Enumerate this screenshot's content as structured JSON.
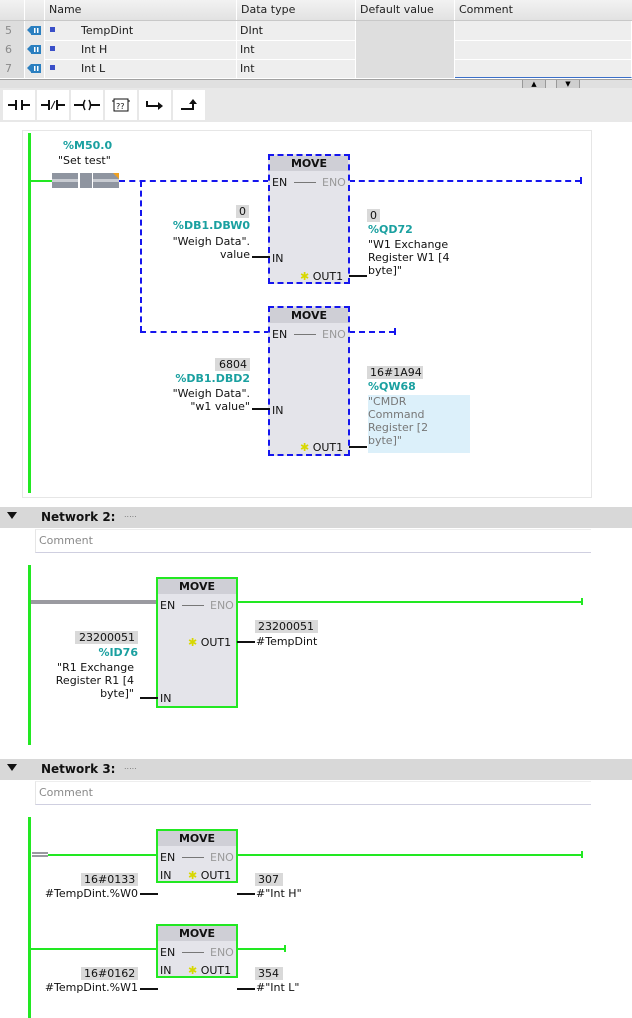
{
  "table": {
    "columns": [
      "Name",
      "Data type",
      "Default value",
      "Comment"
    ],
    "rows": [
      {
        "num": "5",
        "icon": "input-output-icon",
        "name": "TempDint",
        "type": "DInt",
        "default": "",
        "comment": ""
      },
      {
        "num": "6",
        "icon": "input-output-icon",
        "name": "Int H",
        "type": "Int",
        "default": "",
        "comment": ""
      },
      {
        "num": "7",
        "icon": "input-output-icon",
        "name": "Int L",
        "type": "Int",
        "default": "",
        "comment": ""
      }
    ],
    "scroll_up": "▲",
    "scroll_down": "▼"
  },
  "toolbar": {
    "items": [
      {
        "name": "normally-open-contact",
        "glyph": "⊣⊢"
      },
      {
        "name": "normally-closed-contact",
        "glyph": "⊣/⊢"
      },
      {
        "name": "coil",
        "glyph": "–( )–"
      },
      {
        "name": "empty-box",
        "glyph": "??"
      },
      {
        "name": "open-branch",
        "glyph": "↦"
      },
      {
        "name": "close-branch",
        "glyph": "⬏"
      }
    ]
  },
  "network1": {
    "contact": {
      "address": "%M50.0",
      "label": "\"Set test\""
    },
    "move1": {
      "title": "MOVE",
      "en": "EN",
      "eno": "ENO",
      "in": "IN",
      "out": "OUT1",
      "in_value": "0",
      "in_address": "%DB1.DBW0",
      "in_symbol": "\"Weigh Data\".\nvalue",
      "out_value": "0",
      "out_address": "%QD72",
      "out_symbol": "\"W1 Exchange\nRegister W1 [4\nbyte]\""
    },
    "move2": {
      "title": "MOVE",
      "en": "EN",
      "eno": "ENO",
      "in": "IN",
      "out": "OUT1",
      "in_value": "6804",
      "in_address": "%DB1.DBD2",
      "in_symbol": "\"Weigh Data\".\n\"w1 value\"",
      "out_value": "16#1A94",
      "out_address": "%QW68",
      "out_symbol": "\"CMDR\nCommand\nRegister [2\nbyte]\""
    }
  },
  "network2": {
    "title": "Network 2:",
    "dots": ".....",
    "comment": "Comment",
    "move": {
      "title": "MOVE",
      "en": "EN",
      "eno": "ENO",
      "in": "IN",
      "out": "OUT1",
      "in_value": "23200051",
      "in_address": "%ID76",
      "in_symbol": "\"R1 Exchange\nRegister R1 [4\nbyte]\"",
      "out_value": "23200051",
      "out_symbol": "#TempDint"
    }
  },
  "network3": {
    "title": "Network 3:",
    "dots": ".....",
    "comment": "Comment",
    "move1": {
      "title": "MOVE",
      "en": "EN",
      "eno": "ENO",
      "in": "IN",
      "out": "OUT1",
      "in_value": "16#0133",
      "in_symbol": "#TempDint.%W0",
      "out_value": "307",
      "out_symbol": "#\"Int H\""
    },
    "move2": {
      "title": "MOVE",
      "en": "EN",
      "eno": "ENO",
      "in": "IN",
      "out": "OUT1",
      "in_value": "16#0162",
      "in_symbol": "#TempDint.%W1",
      "out_value": "354",
      "out_symbol": "#\"Int L\""
    }
  },
  "colors": {
    "powered": "#22e822",
    "unknown": "#1515ee",
    "address": "#1aa0a0"
  }
}
